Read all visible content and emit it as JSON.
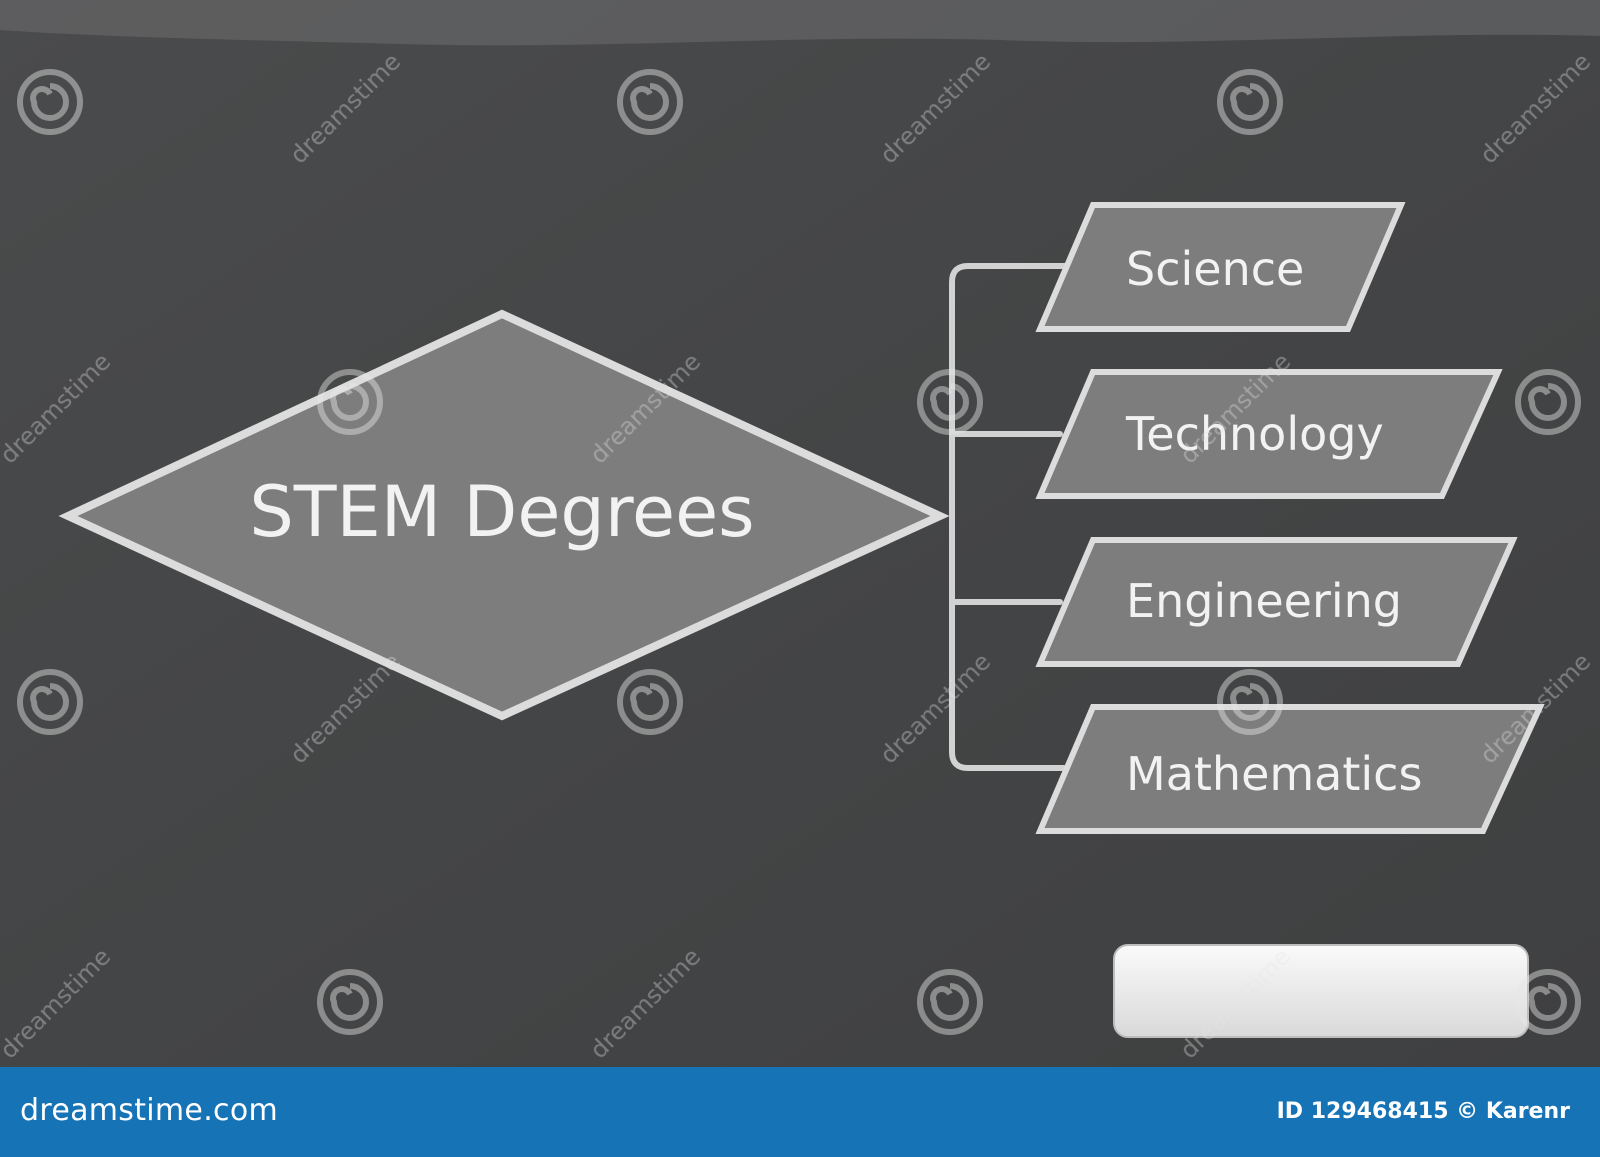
{
  "diagram": {
    "main_label": "STEM Degrees",
    "branches": [
      {
        "label": "Science"
      },
      {
        "label": "Technology"
      },
      {
        "label": "Engineering"
      },
      {
        "label": "Mathematics"
      }
    ]
  },
  "colors": {
    "board": "#474849",
    "shape_fill": "#7c7c7c",
    "chalk": "#dcdcdc",
    "footer": "#1573b6"
  },
  "watermark": {
    "text": "dreamstime"
  },
  "footer": {
    "brand": "dreamstime.com",
    "credit": "ID 129468415 © Karenr"
  }
}
